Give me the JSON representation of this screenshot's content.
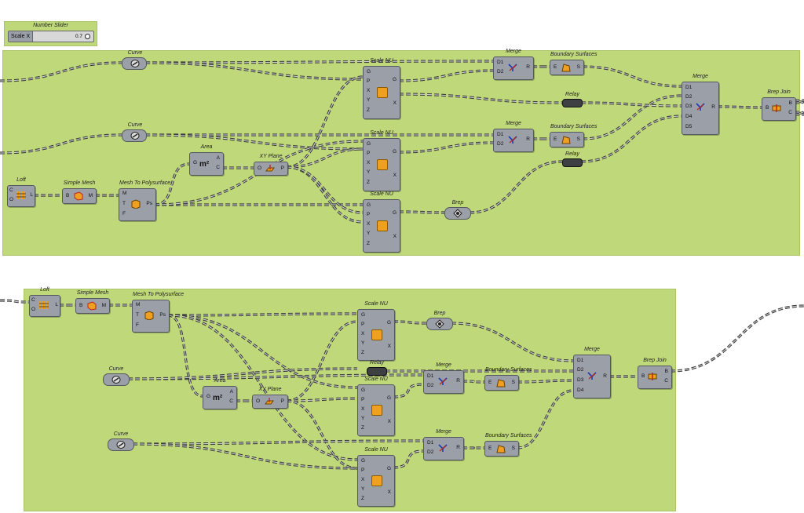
{
  "slider": {
    "title": "Number Slider",
    "label": "Scale X",
    "value": "0.7"
  },
  "t": {
    "curve": "Curve",
    "merge": "Merge",
    "boundary": "Boundary Surfaces",
    "relay": "Relay",
    "scale": "Scale NU",
    "area": "Area",
    "xy": "XY Plane",
    "loft": "Loft",
    "simple": "Simple Mesh",
    "mtp": "Mesh To Polysurface",
    "brep": "Brep",
    "brepjoin": "Brep Join"
  },
  "pins": {
    "G": "G",
    "P": "P",
    "X": "X",
    "Y": "Y",
    "Z": "Z",
    "D1": "D1",
    "D2": "D2",
    "D3": "D3",
    "D4": "D4",
    "D5": "D5",
    "R": "R",
    "E": "E",
    "S": "S",
    "A": "A",
    "C": "C",
    "O": "O",
    "M": "M",
    "T": "T",
    "F": "F",
    "Ps": "Ps",
    "B": "B",
    "L": "L"
  },
  "colors": {
    "canvas": "#ffffff",
    "group": "#bfd97a",
    "component": "#9b9fa8",
    "wire": "#3a3d3a",
    "icon_orange": "#f0a020"
  }
}
